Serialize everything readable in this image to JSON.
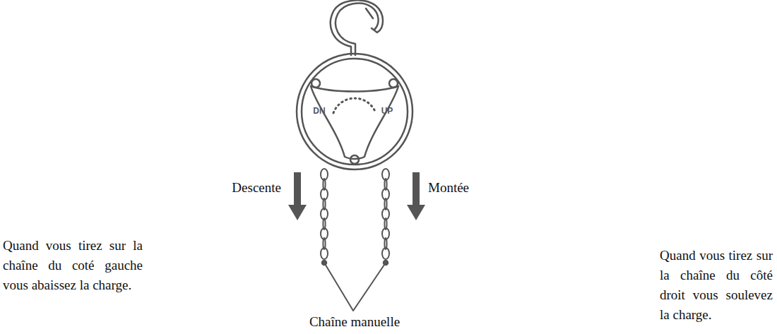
{
  "diagram": {
    "labels": [
      "DN",
      "UP",
      "Descente",
      "Montée",
      "Quand vous tirez sur la chaîne du coté gauche vous abaissez la charge.",
      "Chaîne manuelle",
      "Quand vous tirez sur la chaîne du côté droit vous soulevez la charge."
    ]
  }
}
